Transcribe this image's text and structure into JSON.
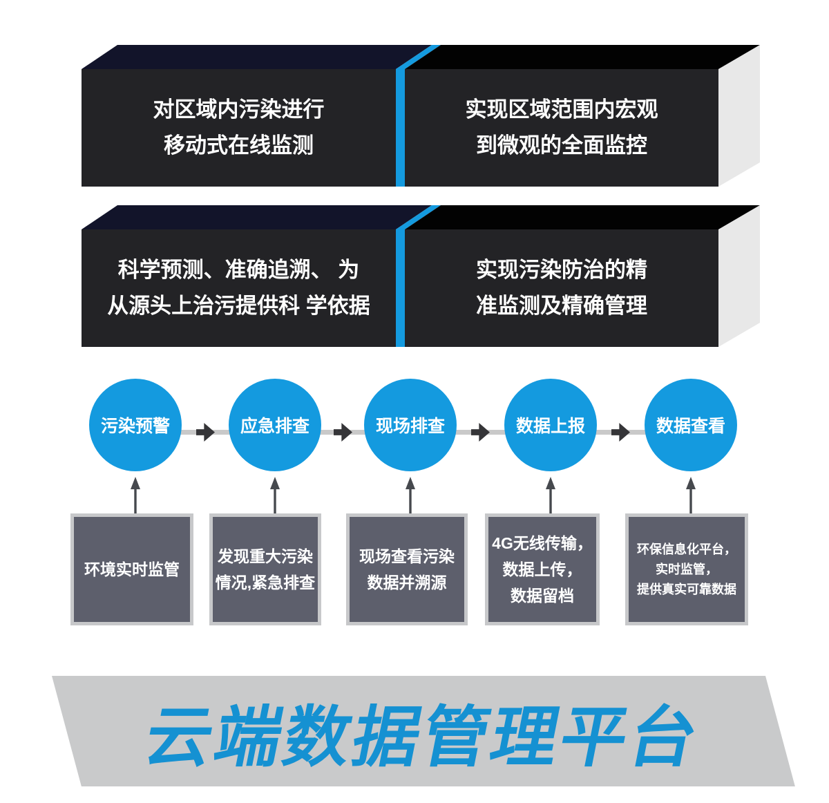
{
  "colors": {
    "accent_blue": "#149ADF",
    "banner_text_blue": "#1591D2",
    "bar_front": "#232326",
    "bar_top_left": "#12142A",
    "bar_top_right": "#020202",
    "bar_side": "#E8E8E8",
    "info_box_fill": "#5D5F6C",
    "info_box_border": "#C7C8CA",
    "connector_line": "#C9C9C9",
    "flow_arrow": "#353538",
    "up_arrow": "#46494E",
    "banner_bg": "#C9CACB"
  },
  "feature_bars": [
    {
      "left": {
        "lines": [
          "对区域内污染进行",
          "移动式在线监测"
        ]
      },
      "right": {
        "lines": [
          "实现区域范围内宏观",
          "到微观的全面监控"
        ]
      }
    },
    {
      "left": {
        "lines": [
          "科学预测、准确追溯、 为",
          "从源头上治污提供科 学依据"
        ]
      },
      "right": {
        "lines": [
          "实现污染防治的精",
          "准监测及精确管理"
        ]
      }
    }
  ],
  "process_flow": {
    "steps": [
      {
        "label": "污染预警",
        "description_lines": [
          "环境实时监管"
        ]
      },
      {
        "label": "应急排查",
        "description_lines": [
          "发现重大污染",
          "情况,紧急排查"
        ]
      },
      {
        "label": "现场排查",
        "description_lines": [
          "现场查看污染",
          "数据并溯源"
        ]
      },
      {
        "label": "数据上报",
        "description_lines": [
          "4G无线传输，",
          "数据上传，",
          "数据留档"
        ]
      },
      {
        "label": "数据查看",
        "description_lines": [
          "环保信息化平台，",
          "实时监管，",
          "提供真实可靠数据"
        ]
      }
    ]
  },
  "banner": {
    "title": "云端数据管理平台"
  }
}
